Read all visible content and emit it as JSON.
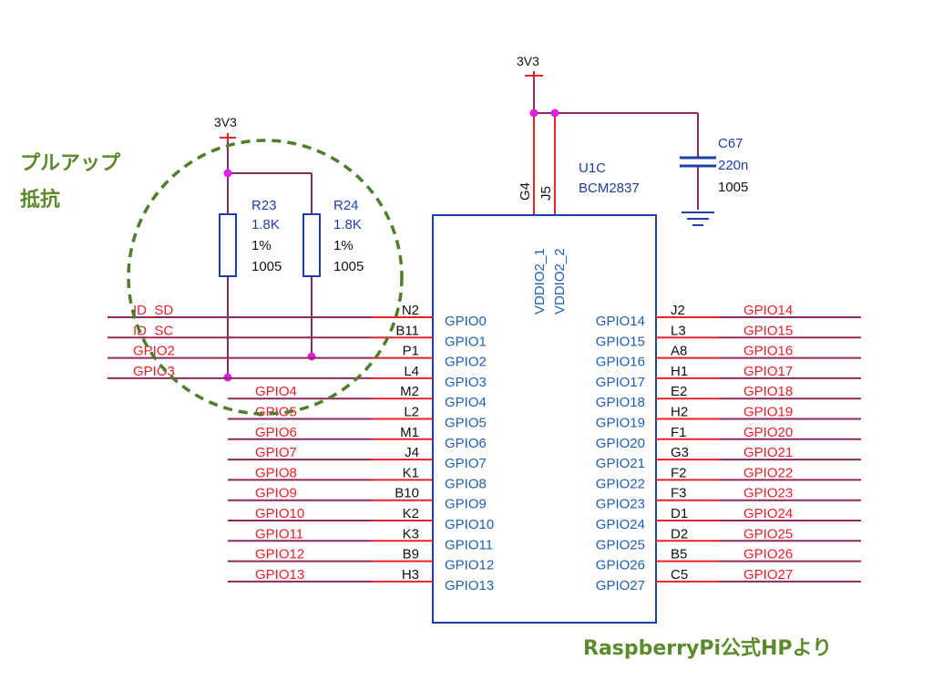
{
  "power": {
    "left_rail": "3V3",
    "right_rail": "3V3"
  },
  "annotations": {
    "pullup_line1": "プルアップ",
    "pullup_line2": "抵抗",
    "source": "RaspberryPi公式HPより"
  },
  "resistors": [
    {
      "ref": "R23",
      "value": "1.8K",
      "tolerance": "1%",
      "package": "1005"
    },
    {
      "ref": "R24",
      "value": "1.8K",
      "tolerance": "1%",
      "package": "1005"
    }
  ],
  "capacitor": {
    "ref": "C67",
    "value": "220n",
    "package": "1005"
  },
  "chip": {
    "ref": "U1C",
    "part": "BCM2837",
    "power_pins": [
      {
        "num": "G4",
        "name": "VDDIO2_1"
      },
      {
        "num": "J5",
        "name": "VDDIO2_2"
      }
    ],
    "left_pins": [
      {
        "net": "ID_SD",
        "num": "N2",
        "name": "GPIO0"
      },
      {
        "net": "ID_SC",
        "num": "B11",
        "name": "GPIO1"
      },
      {
        "net": "GPIO2",
        "num": "P1",
        "name": "GPIO2"
      },
      {
        "net": "GPIO3",
        "num": "L4",
        "name": "GPIO3"
      },
      {
        "net": "GPIO4",
        "num": "M2",
        "name": "GPIO4"
      },
      {
        "net": "GPIO5",
        "num": "L2",
        "name": "GPIO5"
      },
      {
        "net": "GPIO6",
        "num": "M1",
        "name": "GPIO6"
      },
      {
        "net": "GPIO7",
        "num": "J4",
        "name": "GPIO7"
      },
      {
        "net": "GPIO8",
        "num": "K1",
        "name": "GPIO8"
      },
      {
        "net": "GPIO9",
        "num": "B10",
        "name": "GPIO9"
      },
      {
        "net": "GPIO10",
        "num": "K2",
        "name": "GPIO10"
      },
      {
        "net": "GPIO11",
        "num": "K3",
        "name": "GPIO11"
      },
      {
        "net": "GPIO12",
        "num": "B9",
        "name": "GPIO12"
      },
      {
        "net": "GPIO13",
        "num": "H3",
        "name": "GPIO13"
      }
    ],
    "right_pins": [
      {
        "name": "GPIO14",
        "num": "J2",
        "net": "GPIO14"
      },
      {
        "name": "GPIO15",
        "num": "L3",
        "net": "GPIO15"
      },
      {
        "name": "GPIO16",
        "num": "A8",
        "net": "GPIO16"
      },
      {
        "name": "GPIO17",
        "num": "H1",
        "net": "GPIO17"
      },
      {
        "name": "GPIO18",
        "num": "E2",
        "net": "GPIO18"
      },
      {
        "name": "GPIO19",
        "num": "H2",
        "net": "GPIO19"
      },
      {
        "name": "GPIO20",
        "num": "F1",
        "net": "GPIO20"
      },
      {
        "name": "GPIO21",
        "num": "G3",
        "net": "GPIO21"
      },
      {
        "name": "GPIO22",
        "num": "F2",
        "net": "GPIO22"
      },
      {
        "name": "GPIO23",
        "num": "F3",
        "net": "GPIO23"
      },
      {
        "name": "GPIO24",
        "num": "D1",
        "net": "GPIO24"
      },
      {
        "name": "GPIO25",
        "num": "D2",
        "net": "GPIO25"
      },
      {
        "name": "GPIO26",
        "num": "B5",
        "net": "GPIO26"
      },
      {
        "name": "GPIO27",
        "num": "C5",
        "net": "GPIO27"
      }
    ]
  },
  "colors": {
    "wire": "#8b2a5a",
    "net_label": "#e8202a",
    "component": "#1f3fa6",
    "junction": "#e020e0",
    "annotation": "#5a8a2c"
  }
}
